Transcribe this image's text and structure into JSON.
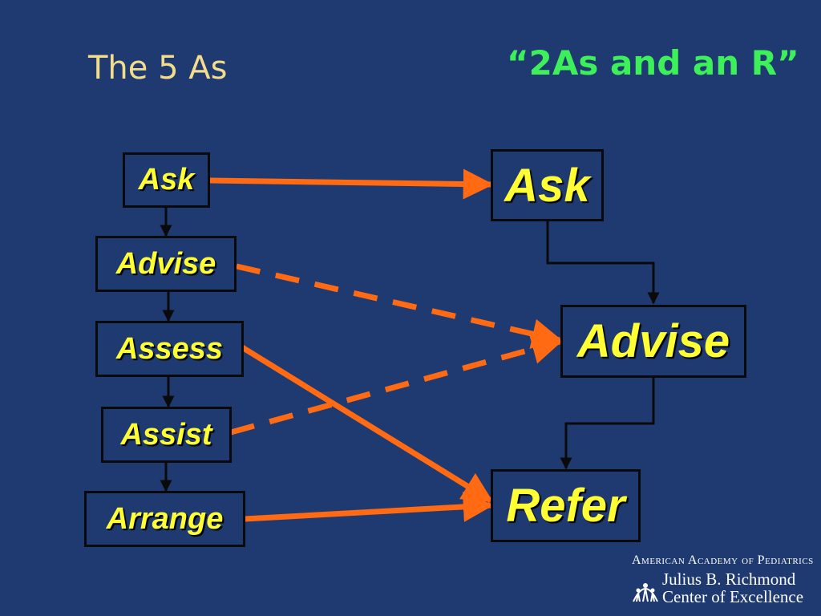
{
  "titles": {
    "left": "The 5 As",
    "right": "“2As and an R”"
  },
  "left_steps": [
    {
      "label": "Ask"
    },
    {
      "label": "Advise"
    },
    {
      "label": "Assess"
    },
    {
      "label": "Assist"
    },
    {
      "label": "Arrange"
    }
  ],
  "right_steps": [
    {
      "label": "Ask"
    },
    {
      "label": "Advise"
    },
    {
      "label": "Refer"
    }
  ],
  "logo": {
    "organization": "American Academy of Pediatrics",
    "center_line1": "Julius B. Richmond",
    "center_line2": "Center of Excellence"
  },
  "colors": {
    "background": "#1f3a70",
    "node_text": "#ffff33",
    "arrow": "#ff6a13",
    "title_left": "#f3dc8c",
    "title_right": "#3df05a"
  }
}
